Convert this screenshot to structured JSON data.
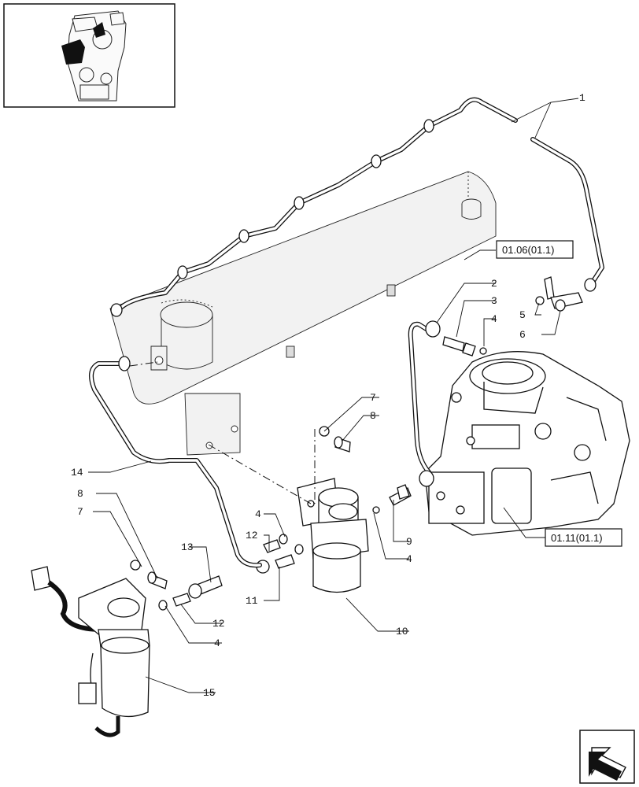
{
  "diagram": {
    "part_labels": [
      "1",
      "2",
      "3",
      "4",
      "4",
      "4",
      "4",
      "5",
      "6",
      "7",
      "7",
      "8",
      "8",
      "9",
      "10",
      "11",
      "12",
      "12",
      "13",
      "14",
      "15"
    ],
    "reference_boxes": [
      "01.06(01.1)",
      "01.11(01.1)"
    ]
  },
  "icons": {
    "thumbnail": "engine-location-thumbnail-icon",
    "navigation": "next-page-arrow-icon"
  },
  "colors": {
    "line": "#111111",
    "ghost_fill": "#f2f2f2",
    "background": "#ffffff"
  }
}
